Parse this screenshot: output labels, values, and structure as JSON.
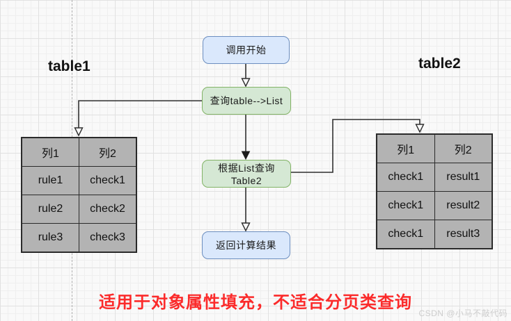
{
  "flow": {
    "nodes": [
      {
        "id": "start",
        "label": "调用开始",
        "style": "blue"
      },
      {
        "id": "query-list",
        "label": "查询table-->List",
        "style": "green"
      },
      {
        "id": "query-table2",
        "label": "根据List查询Table2",
        "style": "green"
      },
      {
        "id": "return",
        "label": "返回计算结果",
        "style": "blue"
      }
    ],
    "connectors": [
      {
        "from": "start",
        "to": "query-list",
        "head": "hollow"
      },
      {
        "from": "query-list",
        "to": "query-table2",
        "head": "filled"
      },
      {
        "from": "query-table2",
        "to": "return",
        "head": "hollow"
      },
      {
        "from": "query-list",
        "to": "table1",
        "head": "hollow"
      },
      {
        "from": "query-table2",
        "to": "table2",
        "head": "hollow"
      }
    ]
  },
  "table1": {
    "title": "table1",
    "headers": [
      "列1",
      "列2"
    ],
    "rows": [
      [
        "rule1",
        "check1"
      ],
      [
        "rule2",
        "check2"
      ],
      [
        "rule3",
        "check3"
      ]
    ]
  },
  "table2": {
    "title": "table2",
    "headers": [
      "列1",
      "列2"
    ],
    "rows": [
      [
        "check1",
        "result1"
      ],
      [
        "check1",
        "result2"
      ],
      [
        "check1",
        "result3"
      ]
    ]
  },
  "caption": "适用于对象属性填充，不适合分页类查询",
  "watermark": "CSDN @小马不敲代码",
  "colors": {
    "node_blue_fill": "#dae8fc",
    "node_blue_border": "#6c8ebf",
    "node_green_fill": "#d5e8d4",
    "node_green_border": "#82b366",
    "table_fill": "#b3b3b3",
    "table_border": "#2a2a2a",
    "caption_red": "#fb2b2b",
    "connector": "#2f2f2f",
    "page_divider": "#b0b0b0",
    "watermark_gray": "#cdcdcd"
  }
}
